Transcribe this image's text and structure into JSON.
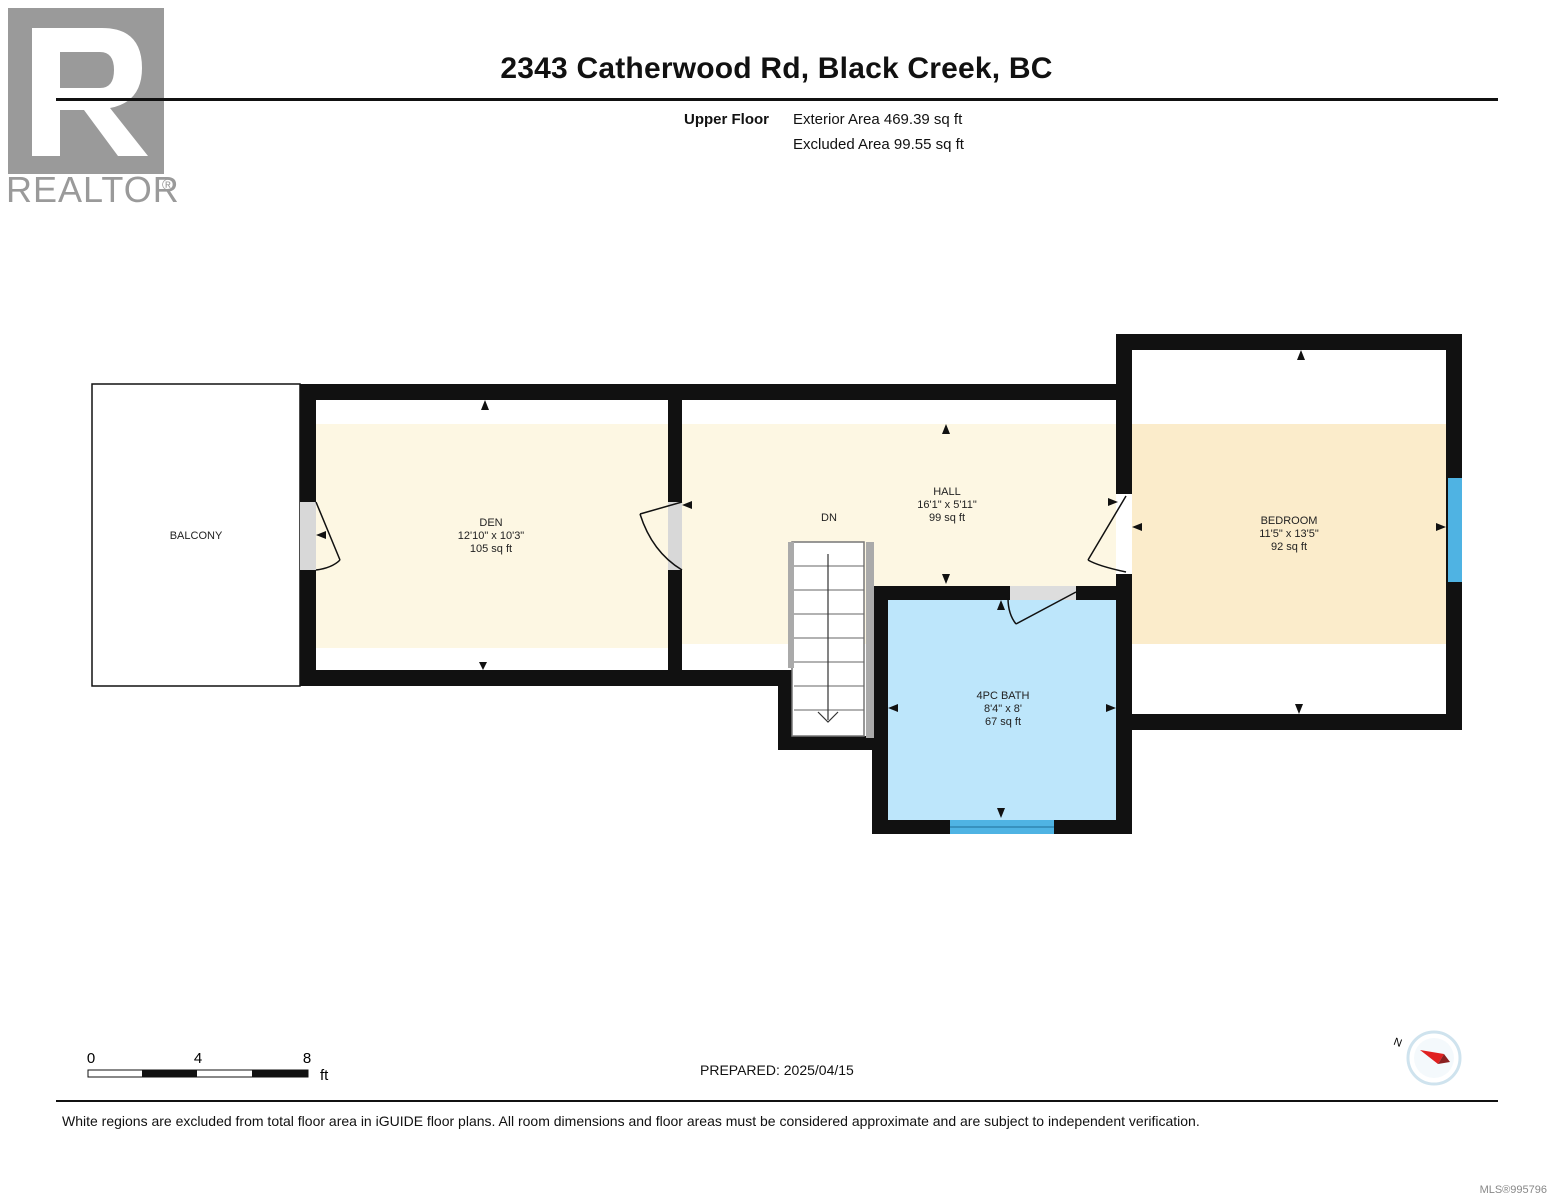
{
  "logo": {
    "text": "REALTOR",
    "mark": "®"
  },
  "header": {
    "address": "2343 Catherwood Rd, Black Creek, BC",
    "floor_name": "Upper Floor",
    "exterior_area": "Exterior Area 469.39 sq ft",
    "excluded_area": "Excluded Area 99.55 sq ft"
  },
  "rooms": {
    "balcony": {
      "name": "BALCONY"
    },
    "den": {
      "name": "DEN",
      "dims": "12'10\" x 10'3\"",
      "area": "105 sq ft"
    },
    "hall": {
      "name": "HALL",
      "dims": "16'1\" x 5'11\"",
      "area": "99 sq ft"
    },
    "stairs": {
      "label": "DN"
    },
    "bedroom": {
      "name": "BEDROOM",
      "dims": "11'5\" x 13'5\"",
      "area": "92 sq ft"
    },
    "bath": {
      "name": "4PC BATH",
      "dims": "8'4\" x 8'",
      "area": "67 sq ft"
    }
  },
  "scale": {
    "ticks": [
      "0",
      "4",
      "8"
    ],
    "unit": "ft"
  },
  "footer": {
    "prepared": "PREPARED: 2025/04/15",
    "disclaimer": "White regions are excluded from total floor area in iGUIDE floor plans. All room dimensions and floor areas must be considered approximate and are subject to independent verification.",
    "mls": "MLS®995796"
  },
  "compass": {
    "label": "N"
  },
  "colors": {
    "room_fill": "#fdf7e3",
    "bedroom_fill": "#fbeccb",
    "bath_fill": "#bde6fb",
    "window": "#4fb3e3",
    "wall": "#111111",
    "logo_gray": "#9a9a9a"
  }
}
